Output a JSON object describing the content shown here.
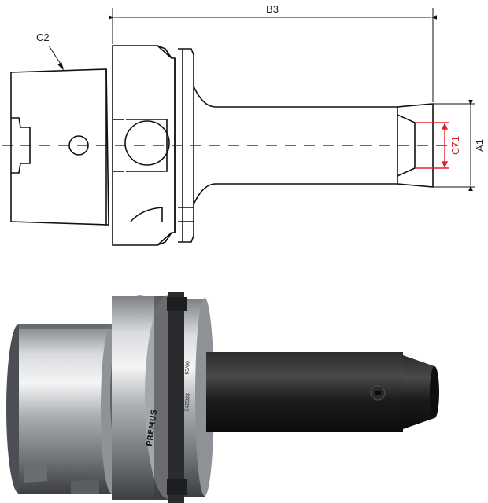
{
  "drawing": {
    "labels": {
      "b3": "B3",
      "c2": "C2",
      "c71": "C71",
      "a1": "A1"
    },
    "colors": {
      "line": "#111111",
      "dimension_red": "#e0202a"
    }
  },
  "photo": {
    "brand": "PREMUS",
    "part_number": "242333",
    "marking": "63/06",
    "colors": {
      "steel": "#b9bcc0",
      "shank": "#1c1c1c"
    }
  }
}
